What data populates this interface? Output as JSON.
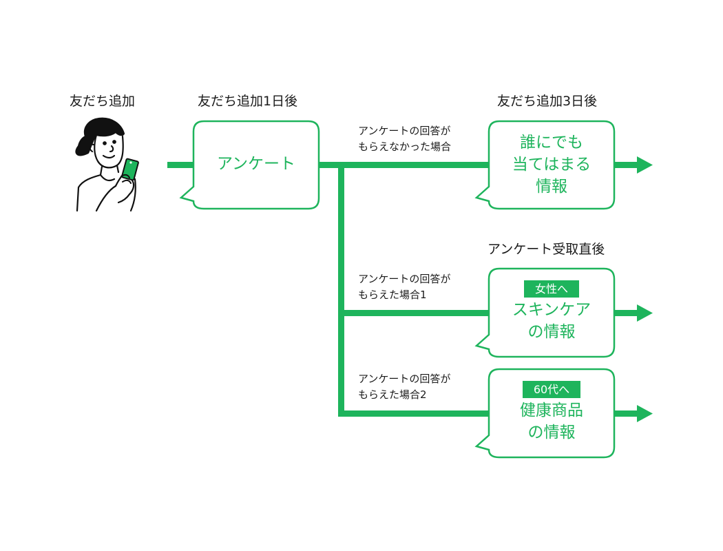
{
  "colors": {
    "accent": "#1eb45c",
    "text": "#1a1a1a",
    "background": "#ffffff"
  },
  "stages": {
    "add_friend": "友だち追加",
    "day1": "友だち追加1日後",
    "day3": "友だち追加3日後",
    "after_survey": "アンケート受取直後"
  },
  "illustration": {
    "icon": "woman-with-smartphone-icon"
  },
  "survey_bubble": {
    "label": "アンケート"
  },
  "branches": [
    {
      "condition": [
        "アンケートの回答が",
        "もらえなかった場合"
      ],
      "badge": null,
      "message": [
        "誰にでも",
        "当てはまる",
        "情報"
      ]
    },
    {
      "condition": [
        "アンケートの回答が",
        "もらえた場合1"
      ],
      "badge": "女性へ",
      "message": [
        "スキンケア",
        "の情報"
      ]
    },
    {
      "condition": [
        "アンケートの回答が",
        "もらえた場合2"
      ],
      "badge": "60代へ",
      "message": [
        "健康商品",
        "の情報"
      ]
    }
  ]
}
